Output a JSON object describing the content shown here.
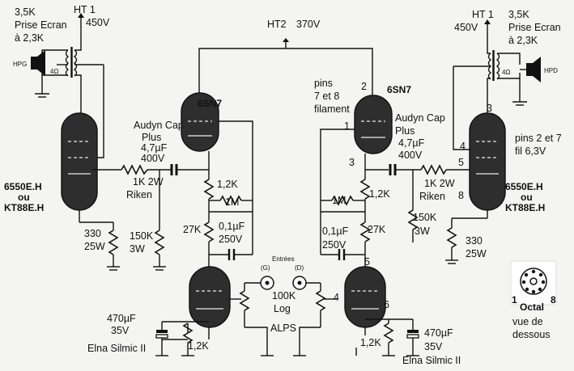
{
  "left_channel": {
    "ht1_label": "HT 1",
    "ht1_voltage": "450V",
    "transformer_line1": "3,5K",
    "transformer_line2": "Prise Ecran",
    "transformer_line3": "à 2,3K",
    "speaker_label": "HPG",
    "speaker_impedance": "4Ω",
    "power_tube_line1": "6550E.H",
    "power_tube_line2": "ou",
    "power_tube_line3": "KT88E.H",
    "driver_tube": "6SN7",
    "cap_line1": "Audyn Cap",
    "cap_line2": "Plus",
    "cap_line3": "4,7µF",
    "cap_line4": "400V",
    "grid_res_line1": "1K 2W",
    "grid_res_line2": "Riken",
    "cathode_res_line1": "330",
    "cathode_res_line2": "25W",
    "grid_leak_line1": "150K",
    "grid_leak_line2": "3W",
    "plate_res": "1,2K",
    "feedback_res": "1M",
    "cathode_res_mid": "27K",
    "coupling_cap_line1": "0,1µF",
    "coupling_cap_line2": "250V",
    "bypass_line1": "470µF",
    "bypass_line2": "35V",
    "bypass_line3": "Elna Silmic II",
    "input_cathode_res": "1,2K",
    "input_label": "(G)"
  },
  "right_channel": {
    "ht1_label": "HT 1",
    "ht1_voltage": "450V",
    "transformer_line1": "3,5K",
    "transformer_line2": "Prise Ecran",
    "transformer_line3": "à 2,3K",
    "speaker_label": "HPD",
    "speaker_impedance": "4Ω",
    "power_tube_line1": "6550E.H",
    "power_tube_line2": "ou",
    "power_tube_line3": "KT88E.H",
    "driver_tube": "6SN7",
    "cap_line1": "Audyn Cap",
    "cap_line2": "Plus",
    "cap_line3": "4,7µF",
    "cap_line4": "400V",
    "grid_res_line1": "1K 2W",
    "grid_res_line2": "Riken",
    "cathode_res_line1": "330",
    "cathode_res_line2": "25W",
    "grid_leak_line1": "150K",
    "grid_leak_line2": "3W",
    "plate_res": "1,2K",
    "feedback_res": "1M",
    "cathode_res_mid": "27K",
    "coupling_cap_line1": "0,1µF",
    "coupling_cap_line2": "250V",
    "bypass_line1": "470µF",
    "bypass_line2": "35V",
    "bypass_line3": "Elna Silmic II",
    "input_cathode_res": "1,2K",
    "input_label": "(D)"
  },
  "ht2": {
    "label": "HT2",
    "voltage": "370V"
  },
  "inputs_label": "Entrées",
  "volume": {
    "line1": "100K",
    "line2": "Log",
    "line3": "ALPS"
  },
  "notes": {
    "pins_filament_1": "pins",
    "pins_filament_2": "7 et 8",
    "pins_filament_3": "filament",
    "pins_power_1": "pins 2 et 7",
    "pins_power_2": "fil 6,3V"
  },
  "pin_numbers": {
    "driver_top": "2",
    "driver_grid": "1",
    "driver_cathode": "3",
    "input_grid": "4",
    "input_plate": "5",
    "input_cathode": "6",
    "power_plate": "3",
    "power_screen": "4",
    "power_grid": "5",
    "power_cathode": "8"
  },
  "octal": {
    "pin1": "1",
    "pin8": "8",
    "name": "Octal",
    "caption1": "vue de",
    "caption2": "dessous"
  }
}
